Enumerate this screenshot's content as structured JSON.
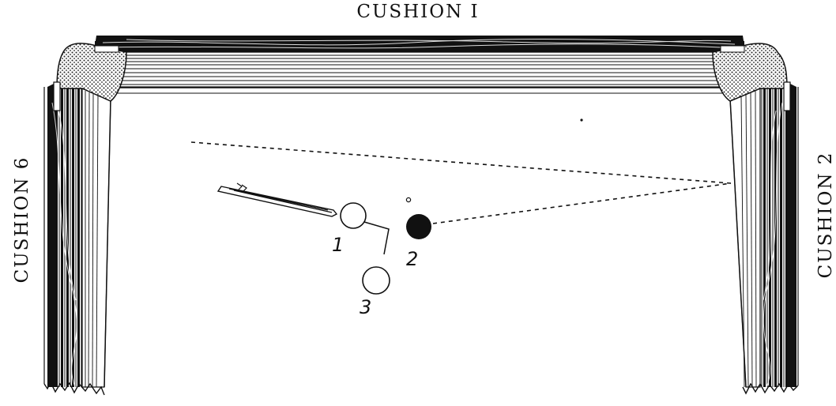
{
  "cushions": {
    "top": "CUSHION I",
    "left": "CUSHION 6",
    "right": "CUSHION 2"
  },
  "balls": [
    {
      "label": "1",
      "style": "white"
    },
    {
      "label": "2",
      "style": "black"
    },
    {
      "label": "3",
      "style": "white"
    }
  ],
  "colors": {
    "ink": "#111111",
    "paper": "#ffffff"
  }
}
